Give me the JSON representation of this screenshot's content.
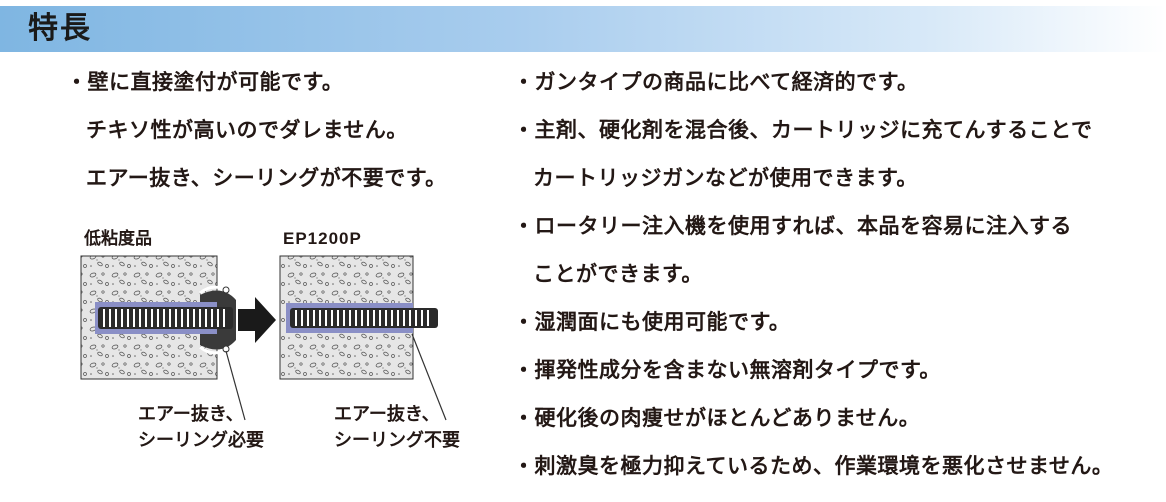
{
  "header": {
    "title": "特長"
  },
  "left_features": [
    "・壁に直接塗付が可能です。",
    "チキソ性が高いのでダレません。",
    "エアー抜き、シーリングが不要です。"
  ],
  "diagram": {
    "left_label": "低粘度品",
    "right_label": "EP1200P",
    "left_caption_line1": "エアー抜き、",
    "left_caption_line2": "シーリング必要",
    "right_caption_line1": "エアー抜き、",
    "right_caption_line2": "シーリング不要"
  },
  "right_features": [
    "・ガンタイプの商品に比べて経済的です。",
    "・主剤、硬化剤を混合後、カートリッジに充てんすることで",
    "カートリッジガンなどが使用できます。",
    "・ロータリー注入機を使用すれば、本品を容易に注入する",
    "ことができます。",
    "・湿潤面にも使用可能です。",
    "・揮発性成分を含まない無溶剤タイプです。",
    "・硬化後の肉痩せがほとんどありません。",
    "・刺激臭を極力抑えているため、作業環境を悪化させません。"
  ]
}
